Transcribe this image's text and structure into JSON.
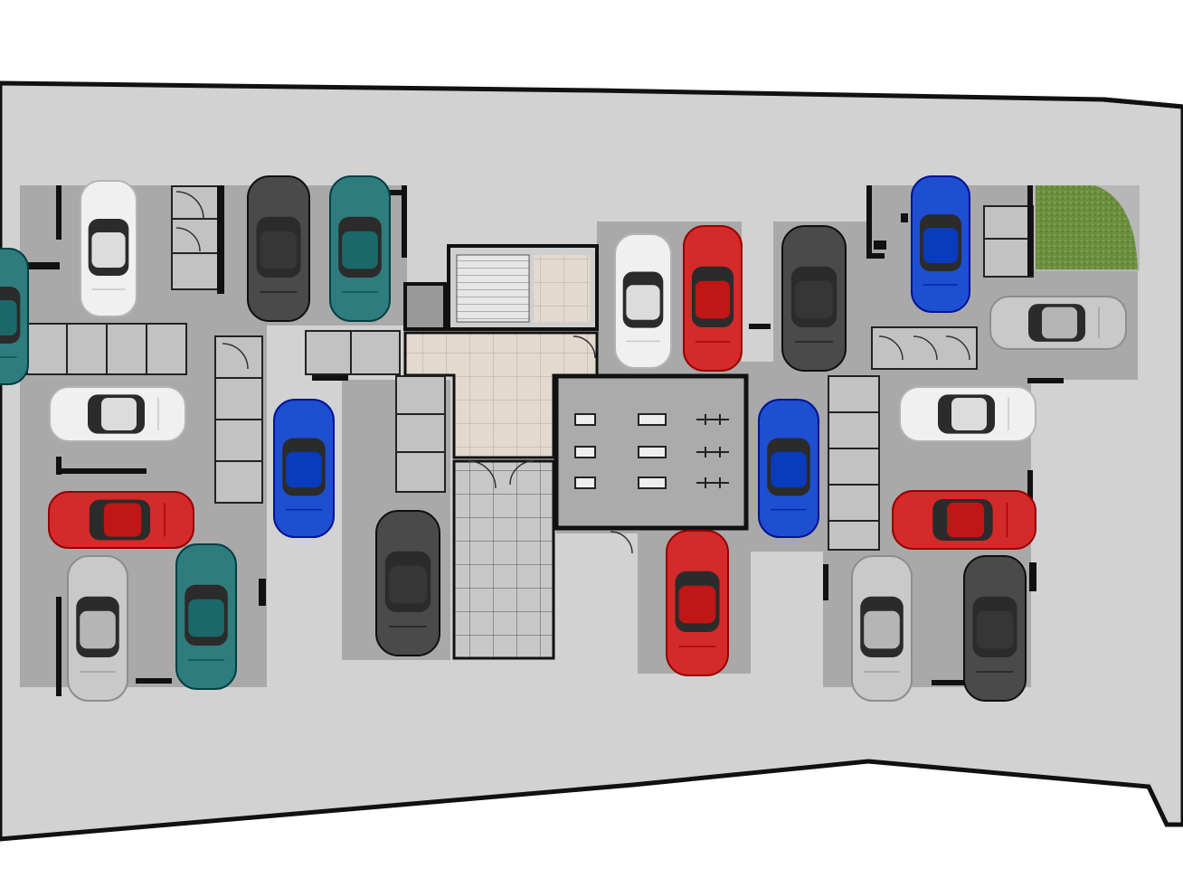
{
  "title": "",
  "colors": {
    "site_fill": "#d2d2d2",
    "site_outline": "#111111",
    "floor": "#a9a9a9",
    "storage_fill": "#b7b7b7",
    "wall": "#111111",
    "lobby_tiles": "#e3d9cf",
    "grass": "#6b8f3e",
    "car_colors": {
      "white": "#f0f0f0",
      "black": "#4a4a4a",
      "teal": "#2f7c7e",
      "red": "#d42a2a",
      "blue": "#1d4fd0",
      "silver": "#c9c9c9"
    }
  },
  "zones": [
    {
      "id": "stairwell",
      "label": ""
    },
    {
      "id": "lobby",
      "label": ""
    },
    {
      "id": "entrance-ramp",
      "label": ""
    },
    {
      "id": "gym",
      "label": ""
    },
    {
      "id": "garden",
      "label": ""
    }
  ],
  "cars": [
    {
      "id": "car-1",
      "color": "teal"
    },
    {
      "id": "car-2",
      "color": "white"
    },
    {
      "id": "car-3",
      "color": "black"
    },
    {
      "id": "car-4",
      "color": "teal"
    },
    {
      "id": "car-5",
      "color": "white"
    },
    {
      "id": "car-6",
      "color": "red"
    },
    {
      "id": "car-7",
      "color": "silver"
    },
    {
      "id": "car-8",
      "color": "teal"
    },
    {
      "id": "car-9",
      "color": "blue"
    },
    {
      "id": "car-10",
      "color": "black"
    },
    {
      "id": "car-11",
      "color": "white"
    },
    {
      "id": "car-12",
      "color": "red"
    },
    {
      "id": "car-13",
      "color": "black"
    },
    {
      "id": "car-14",
      "color": "blue"
    },
    {
      "id": "car-15",
      "color": "red"
    },
    {
      "id": "car-16",
      "color": "blue"
    },
    {
      "id": "car-17",
      "color": "silver"
    },
    {
      "id": "car-18",
      "color": "white"
    },
    {
      "id": "car-19",
      "color": "red"
    },
    {
      "id": "car-20",
      "color": "silver"
    },
    {
      "id": "car-21",
      "color": "black"
    }
  ],
  "gym_equipment_icons": [
    "treadmill-icon",
    "cross-trainer-icon",
    "bench-icon"
  ]
}
